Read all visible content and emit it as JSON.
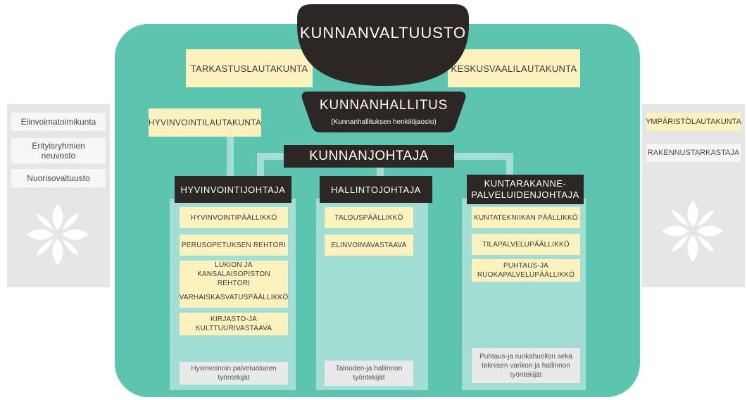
{
  "council": "KUNNANVALTUUSTO",
  "audit_board": "TARKASTUSLAUTAKUNTA",
  "election_board": "KESKUSVAALILAUTAKUNTA",
  "board": {
    "title": "KUNNANHALLITUS",
    "subtitle": "(Kunnanhallituksen henkilöjaosto)"
  },
  "welfare_board": "HYVINVOINTILAUTAKUNTA",
  "mayor": "KUNNANJOHTAJA",
  "left_panel": {
    "items": [
      "Elinvoimatoimikunta",
      "Erityisryhmien neuvosto",
      "Nuorisovaltuusto"
    ]
  },
  "right_panel": {
    "items": [
      "YMPÄRISTÖLAUTAKUNTA",
      "RAKENNUSTARKASTAJA"
    ]
  },
  "columns": [
    {
      "head": "HYVINVOINTIJOHTAJA",
      "items": [
        "HYVINVOINTIPÄÄLLIKKÖ",
        "PERUSOPETUKSEN REHTORI",
        "LUKION JA KANSALAISOPISTON REHTORI",
        "VARHAISKASVATUSPÄÄLLIKKÖ",
        "KIRJASTO-JA KULTTUURIVASTAAVA"
      ],
      "staff": "Hyvinvoinnin palvelualueen työntekijät"
    },
    {
      "head": "HALLINTOJOHTAJA",
      "items": [
        "TALOUSPÄÄLLIKKÖ",
        "ELINVOIMAVASTAAVA"
      ],
      "staff": "Talouden-ja hallinnon työntekijät"
    },
    {
      "head": "KUNTARAKANNE- PALVELUIDENJOHTAJA",
      "items": [
        "KUNTATEKNIIKAN PÄÄLLIKKÖ",
        "TILAPALVELUPÄÄLLIKKÖ",
        "PUHTAUS-JA RUOKAPALVELUPÄÄLLIKKÖ"
      ],
      "staff": "Puhtaus-ja ruokahuollon sekä teknisen varikon ja hallinnon työntekijät"
    }
  ],
  "colors": {
    "teal": "#5dc4b0",
    "light_teal": "#a3ded5",
    "dark": "#2c2624",
    "yellow": "#fbf2c0",
    "side_gray": "#e6e6e6"
  },
  "icons": [
    "flower-icon",
    "flower-icon"
  ]
}
